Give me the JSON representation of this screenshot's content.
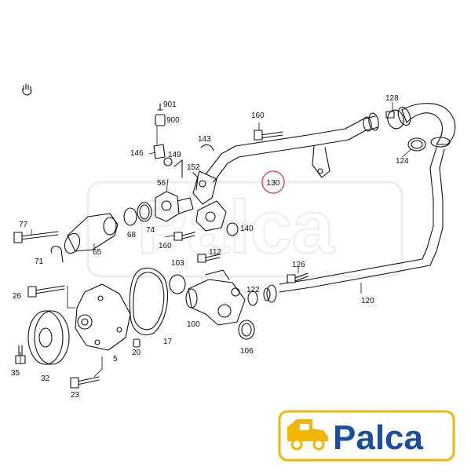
{
  "diagram": {
    "labels": {
      "p901": "901",
      "p900": "900",
      "p160a": "160",
      "p128": "128",
      "p143": "143",
      "p146": "146",
      "p149": "149",
      "p152": "152",
      "p56": "56",
      "p130": "130",
      "p124": "124",
      "p77": "77",
      "p68": "68",
      "p74": "74",
      "p140": "140",
      "p65": "65",
      "p71": "71",
      "p160b": "160",
      "p103": "103",
      "p112": "112",
      "p126": "126",
      "p26": "26",
      "p122": "122",
      "p120": "120",
      "p100": "100",
      "p17": "17",
      "p106": "106",
      "p20": "20",
      "p5": "5",
      "p35": "35",
      "p32": "32",
      "p23": "23"
    },
    "highlighted_label": "130",
    "highlight_color": "#e23a3a",
    "watermark_text": "Palca"
  },
  "brand": {
    "logo_text": "Palca",
    "logo_color": "#1a4fa0",
    "truck_color": "#f2b705"
  },
  "icons": [
    "hand-icon",
    "truck-icon"
  ]
}
